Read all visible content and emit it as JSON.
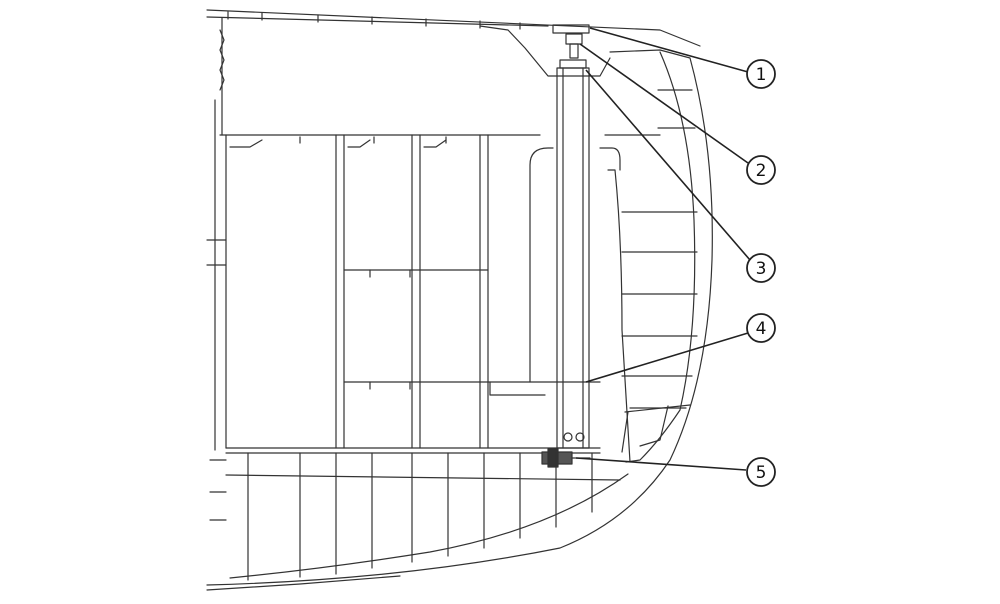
{
  "diagram": {
    "line_color": "#333333",
    "background": "#ffffff",
    "callouts": [
      {
        "number": "1"
      },
      {
        "number": "2"
      },
      {
        "number": "3"
      },
      {
        "number": "4"
      },
      {
        "number": "5"
      }
    ]
  }
}
